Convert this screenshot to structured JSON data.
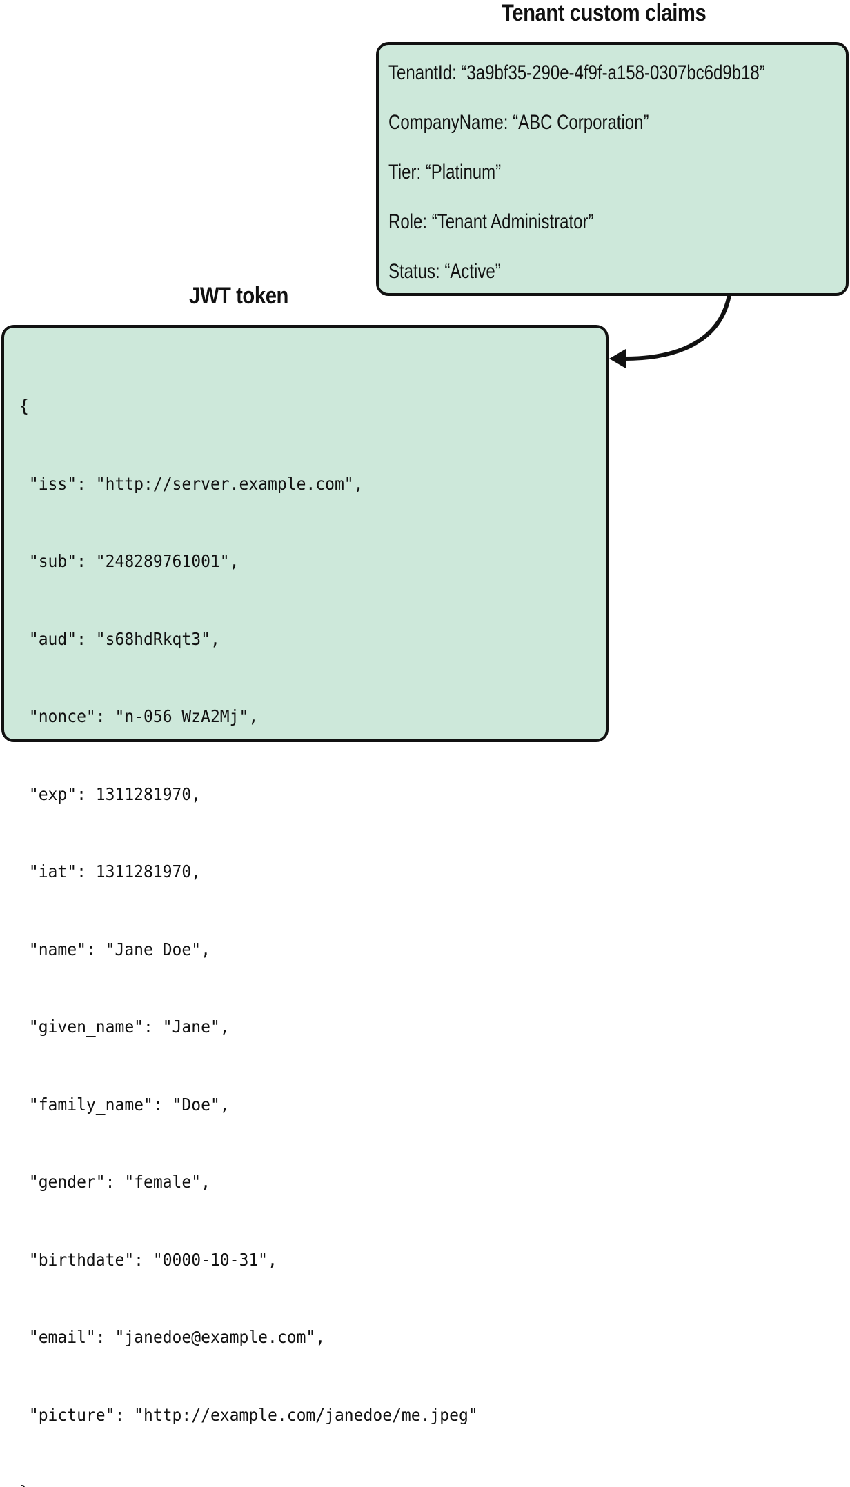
{
  "claims": {
    "title": "Tenant custom claims",
    "items": [
      "TenantId: “3a9bf35-290e-4f9f-a158-0307bc6d9b18”",
      "CompanyName: “ABC Corporation”",
      "Tier: “Platinum”",
      "Role: “Tenant Administrator”",
      "Status: “Active”"
    ]
  },
  "jwt": {
    "title": "JWT token",
    "lines": [
      "{",
      " \"iss\": \"http://server.example.com\",",
      " \"sub\": \"248289761001\",",
      " \"aud\": \"s68hdRkqt3\",",
      " \"nonce\": \"n-056_WzA2Mj\",",
      " \"exp\": 1311281970,",
      " \"iat\": 1311281970,",
      " \"name\": \"Jane Doe\",",
      " \"given_name\": \"Jane\",",
      " \"family_name\": \"Doe\",",
      " \"gender\": \"female\",",
      " \"birthdate\": \"0000-10-31\",",
      " \"email\": \"janedoe@example.com\",",
      " \"picture\": \"http://example.com/janedoe/me.jpeg\"",
      "}"
    ]
  },
  "colors": {
    "box_fill": "#cde8da",
    "stroke": "#111111"
  }
}
